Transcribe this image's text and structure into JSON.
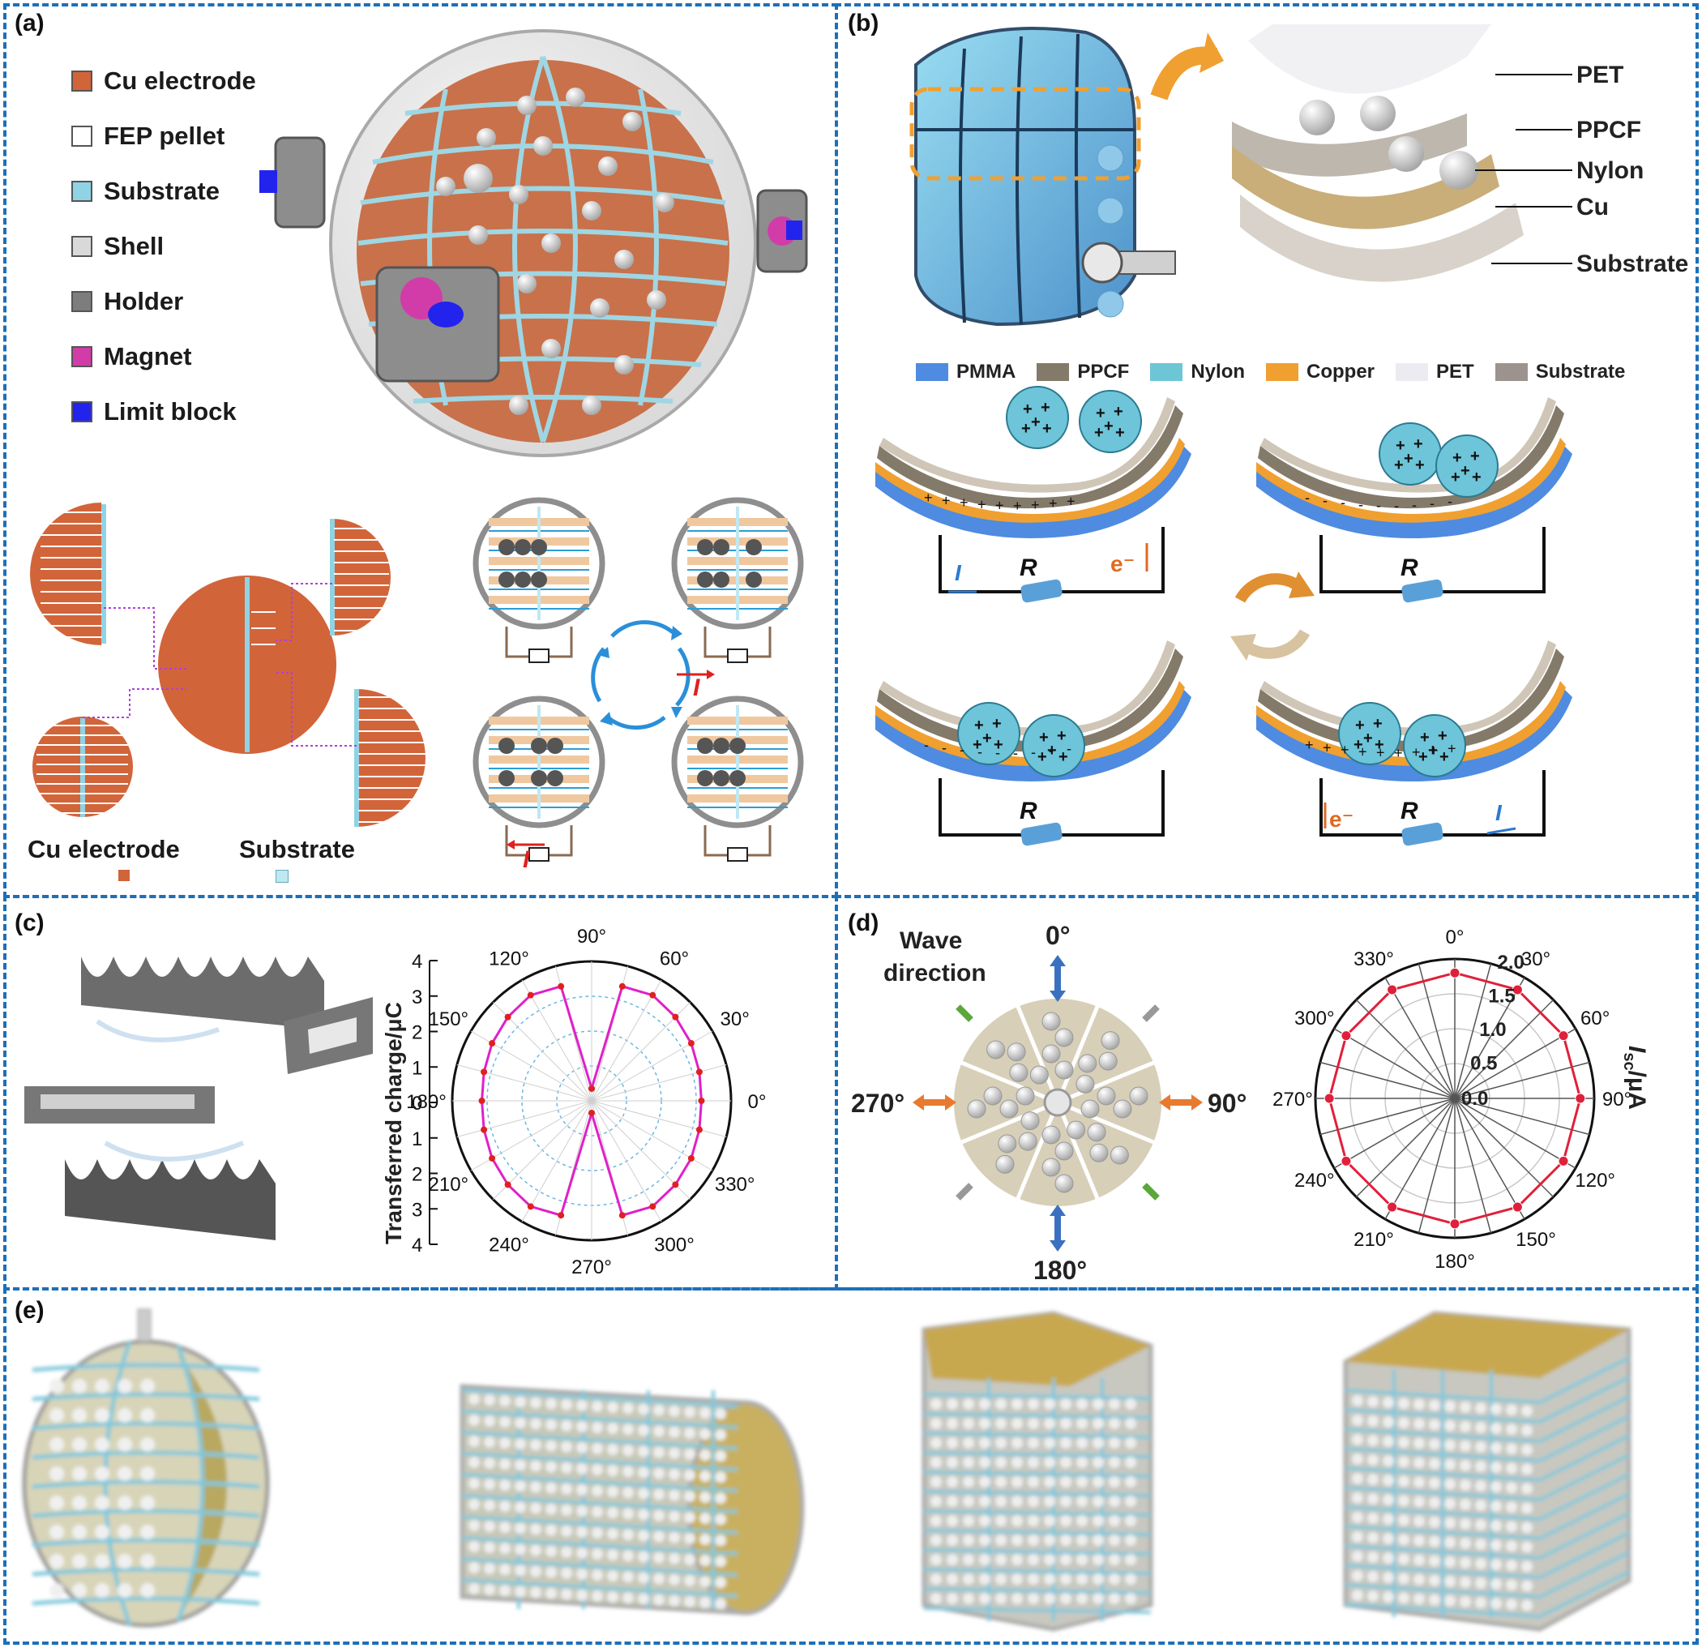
{
  "panels": {
    "a": {
      "label": "(a)",
      "legend": [
        {
          "text": "Cu electrode",
          "color": "#d2643a"
        },
        {
          "text": "FEP pellet",
          "color": "#ffffff"
        },
        {
          "text": "Substrate",
          "color": "#8fd3e4"
        },
        {
          "text": "Shell",
          "color": "#d9d9d9"
        },
        {
          "text": "Holder",
          "color": "#7d7d7d"
        },
        {
          "text": "Magnet",
          "color": "#d23ca8"
        },
        {
          "text": "Limit block",
          "color": "#2323ee"
        }
      ],
      "bottom_labels": {
        "cu": "Cu electrode",
        "substrate": "Substrate"
      },
      "current_label": "I"
    },
    "b": {
      "label": "(b)",
      "layer_labels": [
        "PET",
        "PPCF",
        "Nylon",
        "Cu",
        "Substrate"
      ],
      "materials": [
        {
          "text": "PMMA",
          "color": "#4f8be0"
        },
        {
          "text": "PPCF",
          "color": "#847a6a"
        },
        {
          "text": "Nylon",
          "color": "#6cc6d6"
        },
        {
          "text": "Copper",
          "color": "#f0a030"
        },
        {
          "text": "PET",
          "color": "#ecebf2"
        },
        {
          "text": "Substrate",
          "color": "#9c938e"
        }
      ],
      "circuit": {
        "resistor": "R",
        "current": "I",
        "electron": "e⁻"
      }
    },
    "c": {
      "label": "(c)",
      "ylabel": "Transferred charge/μC",
      "yticks": [
        "4",
        "3",
        "2",
        "1",
        "0",
        "1",
        "2",
        "3",
        "4"
      ],
      "angle_labels": [
        "0°",
        "30°",
        "60°",
        "90°",
        "120°",
        "150°",
        "180°",
        "210°",
        "240°",
        "270°",
        "300°",
        "330°"
      ]
    },
    "d": {
      "label": "(d)",
      "wave_direction": "Wave direction",
      "directions": [
        "0°",
        "90°",
        "180°",
        "270°"
      ],
      "ylabel": "I",
      "ylabel_sub": "sc",
      "ylabel_unit": "/μA",
      "angle_labels": [
        "0°",
        "30°",
        "60°",
        "90°",
        "120°",
        "150°",
        "180°",
        "210°",
        "240°",
        "270°",
        "300°",
        "330°"
      ],
      "radial_ticks": [
        "0.0",
        "0.5",
        "1.0",
        "1.5",
        "2.0"
      ]
    },
    "e": {
      "label": "(e)"
    }
  },
  "chart_data": [
    {
      "type": "polar-line",
      "panel": "c",
      "angles_deg": [
        0,
        15,
        30,
        45,
        60,
        75,
        90,
        105,
        120,
        135,
        150,
        165,
        180,
        195,
        210,
        225,
        240,
        255,
        270,
        285,
        300,
        315,
        330,
        345
      ],
      "values": [
        3.15,
        3.2,
        3.3,
        3.4,
        3.5,
        3.4,
        0.35,
        3.4,
        3.5,
        3.4,
        3.3,
        3.2,
        3.15,
        3.2,
        3.3,
        3.4,
        3.5,
        3.4,
        0.35,
        3.4,
        3.5,
        3.4,
        3.3,
        3.2
      ],
      "rlim": [
        0,
        4
      ],
      "line_color": "#e020c8",
      "marker_color": "#e02020"
    },
    {
      "type": "polar-line",
      "panel": "d",
      "angles_deg": [
        0,
        30,
        60,
        90,
        120,
        150,
        180,
        210,
        240,
        270,
        300,
        330
      ],
      "values": [
        1.8,
        1.8,
        1.8,
        1.8,
        1.8,
        1.8,
        1.8,
        1.8,
        1.8,
        1.8,
        1.8,
        1.8
      ],
      "rlim": [
        0,
        2.0
      ],
      "line_color": "#e0203a",
      "marker_color": "#e0203a"
    }
  ]
}
